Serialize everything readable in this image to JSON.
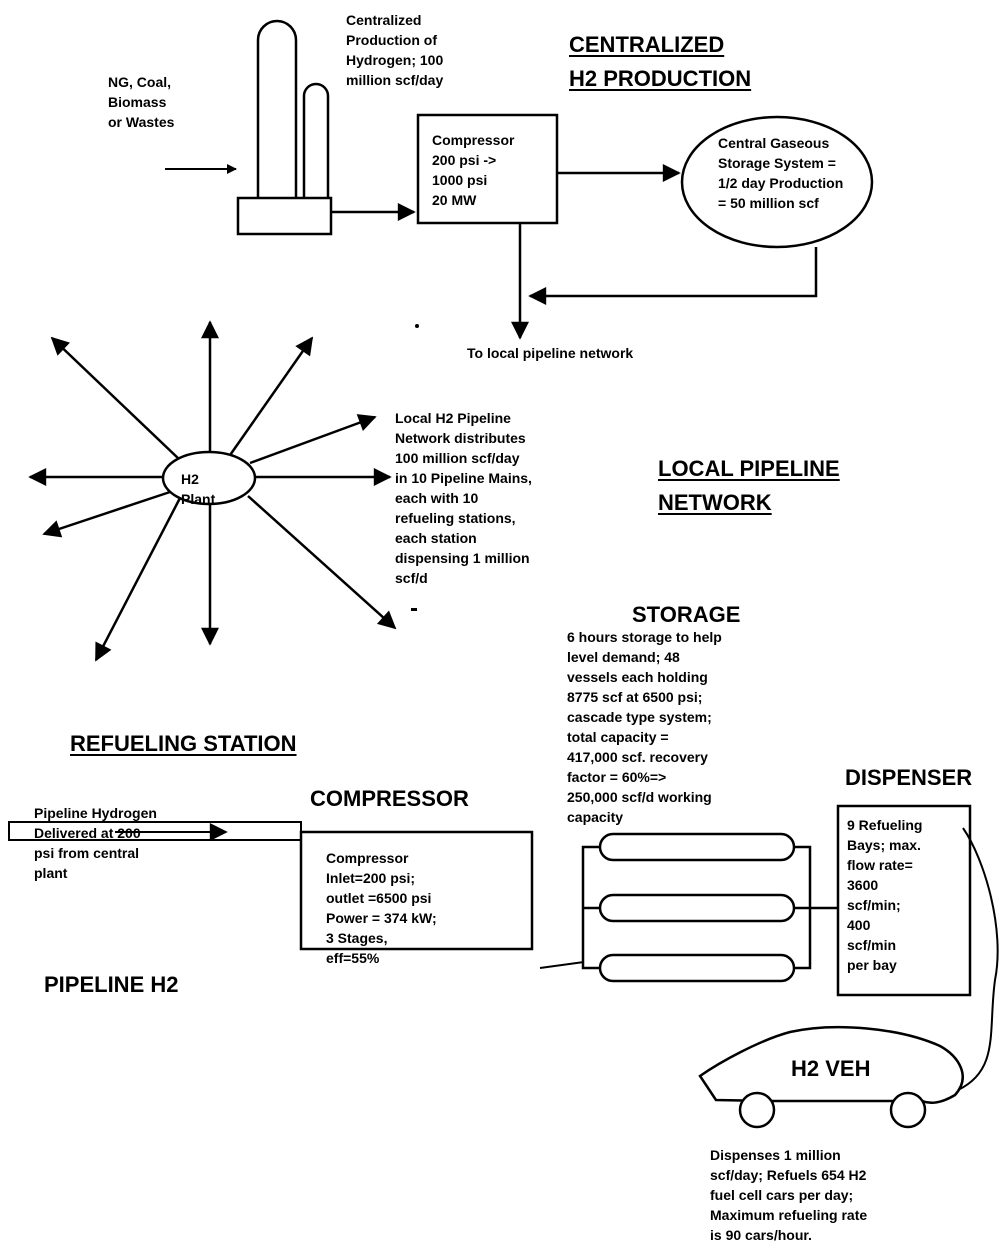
{
  "centralized": {
    "heading": "CENTRALIZED \nH2 PRODUCTION",
    "feedstock_label": "NG, Coal,\nBiomass\nor Wastes",
    "production_label": "Centralized\nProduction of\nHydrogen; 100\nmillion scf/day",
    "compressor_label": "Compressor\n200 psi ->\n1000 psi\n20 MW",
    "storage_label": "Central Gaseous\nStorage System =\n1/2 day Production\n= 50 million scf",
    "to_network_label": "To local pipeline network"
  },
  "local_network": {
    "heading": "LOCAL PIPELINE \nNETWORK",
    "plant_label": "H2\nPlant",
    "description": "Local H2 Pipeline\nNetwork distributes\n100 million scf/day\nin 10 Pipeline Mains,\neach with 10\nrefueling stations,\neach station\ndispensing 1 million\nscf/d"
  },
  "refueling_station": {
    "heading": "REFUELING STATION",
    "pipeline_heading": "PIPELINE H2",
    "pipeline_label": "Pipeline Hydrogen\nDelivered at 200\npsi from central\nplant",
    "compressor_heading": "COMPRESSOR",
    "compressor_label": "Compressor\nInlet=200 psi;\noutlet =6500 psi\nPower = 374 kW;\n3 Stages,\neff=55%",
    "storage_heading": "STORAGE",
    "storage_label": "6 hours storage to help\nlevel demand; 48\nvessels each holding\n8775 scf at 6500 psi;\ncascade type system;\ntotal capacity =\n417,000 scf. recovery\nfactor = 60%=>\n250,000 scf/d working\ncapacity",
    "dispenser_heading": "DISPENSER",
    "dispenser_label": "9 Refueling\nBays; max.\nflow rate=\n3600\nscf/min;\n400\nscf/min\n per bay",
    "vehicle_label": "H2 VEH",
    "vehicle_caption": " Dispenses 1 million\nscf/day; Refuels 654 H2\nfuel cell cars per day;\nMaximum refueling rate\nis 90 cars/hour."
  },
  "colors": {
    "stroke": "#000000",
    "background": "#ffffff"
  }
}
